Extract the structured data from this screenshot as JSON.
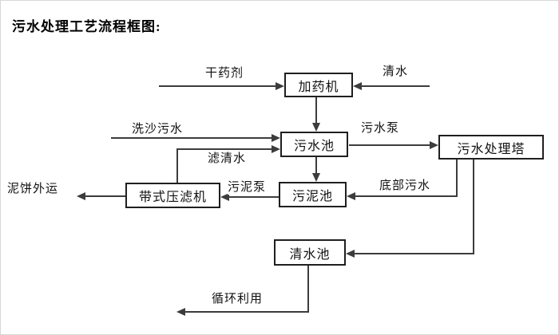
{
  "title": "污水处理工艺流程框图:",
  "nodes": {
    "dosing_machine": {
      "label": "加药机"
    },
    "sewage_pool": {
      "label": "污水池"
    },
    "treatment_tower": {
      "label": "污水处理塔"
    },
    "belt_filter_press": {
      "label": "带式压滤机"
    },
    "sludge_pool": {
      "label": "污泥池"
    },
    "clean_water_pool": {
      "label": "清水池"
    }
  },
  "flow_labels": {
    "dry_agent": "干药剂",
    "clean_water": "清水",
    "sand_washing_sewage": "洗沙污水",
    "filtered_water": "滤清水",
    "sewage_pump": "污水泵",
    "bottom_sewage": "底部污水",
    "sludge_pump": "污泥泵",
    "mud_cake_out": "泥饼外运",
    "recycle": "循环利用"
  },
  "colors": {
    "line": "#3c3c3c",
    "box_border": "#1f1f1f",
    "text": "#111111",
    "background": "#ffffff"
  }
}
